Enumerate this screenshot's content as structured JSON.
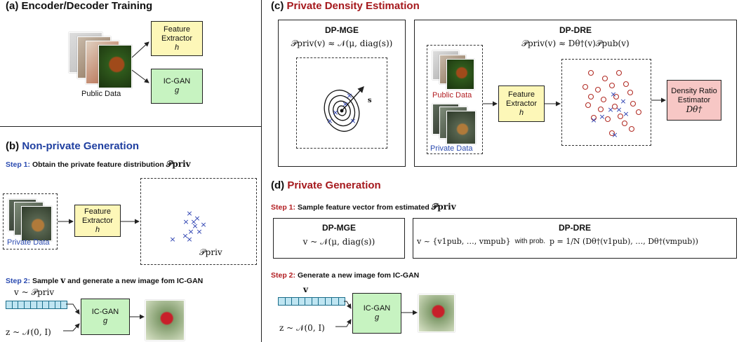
{
  "panel_a": {
    "title": "(a) Encoder/Decoder Training",
    "feature_extractor": {
      "label": "Feature Extractor",
      "var": "h"
    },
    "icgan": {
      "label": "IC-GAN",
      "var": "g"
    },
    "public_data": "Public Data"
  },
  "panel_b": {
    "title_prefix": "(b) ",
    "title_accent": "Non-private Generation",
    "step1_label": "Step 1:",
    "step1_text": "Obtain the private feature distribution",
    "step1_math": "𝒫priv",
    "private_data": "Private Data",
    "feature_extractor": {
      "label": "Feature Extractor",
      "var": "h"
    },
    "ppriv_label": "𝒫priv",
    "step2_label": "Step 2:",
    "step2_text_a": "Sample",
    "step2_var": "v",
    "step2_text_b": "and generate a new image fom IC-GAN",
    "v_sample": "v ~ 𝒫priv",
    "z_sample": "z ~ 𝒩(0, I)",
    "icgan": {
      "label": "IC-GAN",
      "var": "g"
    }
  },
  "panel_c": {
    "title_prefix": "(c) ",
    "title_accent": "Private Density Estimation",
    "mge_title": "DP-MGE",
    "mge_formula": "𝒫priv(v) ≈ 𝒩(μ, diag(s))",
    "mge_s_label": "s",
    "dre_title": "DP-DRE",
    "dre_formula": "𝒫priv(v) ≈ Dθ†(v)𝒫pub(v)",
    "public_data": "Public Data",
    "private_data": "Private Data",
    "feature_extractor": {
      "label": "Feature Extractor",
      "var": "h"
    },
    "density_ratio": {
      "label": "Density Ratio Estimator",
      "var": "Dθ†"
    }
  },
  "panel_d": {
    "title_prefix": "(d) ",
    "title_accent": "Private Generation",
    "step1_label": "Step 1:",
    "step1_text": "Sample feature vector from estimated",
    "step1_math": "𝒫priv",
    "mge_title": "DP-MGE",
    "mge_formula": "v ~ 𝒩(μ, diag(s))",
    "dre_title": "DP-DRE",
    "dre_formula_a": "v ~ {v1pub, …, vmpub}",
    "dre_with_prob": "with prob.",
    "dre_formula_b": "p = 1/N (Dθ†(v1pub), …, Dθ†(vmpub))",
    "step2_label": "Step 2:",
    "step2_text": "Generate a new image fom IC-GAN",
    "v_label": "v",
    "z_sample": "z ~ 𝒩(0, I)",
    "icgan": {
      "label": "IC-GAN",
      "var": "g"
    }
  },
  "colors": {
    "accent_red": "#a5191d",
    "accent_blue": "#1f3fa0",
    "feature_box": "#fdf7b8",
    "gan_box": "#c7f3c1",
    "ratio_box": "#f7c7c5",
    "private_point": "#2a3fb0",
    "public_point": "#b3312a"
  }
}
